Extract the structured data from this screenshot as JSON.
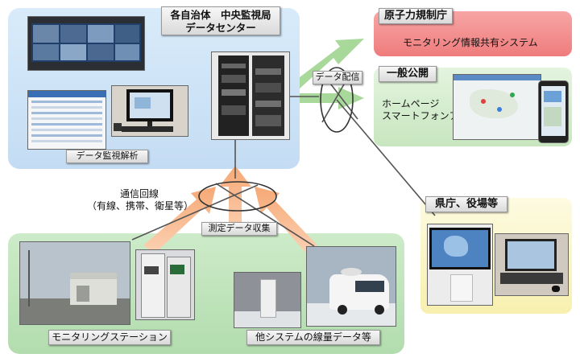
{
  "center": {
    "title_line1": "各自治体　中央監視局",
    "title_line2": "データセンター",
    "analysis_label": "データ監視解析"
  },
  "nra": {
    "title": "原子力規制庁",
    "system": "モニタリング情報共有システム"
  },
  "public": {
    "title": "一般公開",
    "line1": "ホームページ",
    "line2": "スマートフォンアプリ"
  },
  "prefecture": {
    "title": "県庁、役場等"
  },
  "links": {
    "distribution": "データ配信",
    "collection": "測定データ収集",
    "comm_line1": "通信回線",
    "comm_line2": "（有線、携帯、衛星等）"
  },
  "field": {
    "station_label": "モニタリングステーション",
    "other_label": "他システムの線量データ等"
  },
  "colors": {
    "center_panel": "#cfe3f7",
    "nra_panel": "#f28c8c",
    "public_panel": "#cfe9c8",
    "prefecture_panel": "#fbf6c8",
    "field_panel": "#bfe3bc",
    "upload_arrow": "#f6b48a",
    "distribution_arrow": "#a9d99a"
  }
}
